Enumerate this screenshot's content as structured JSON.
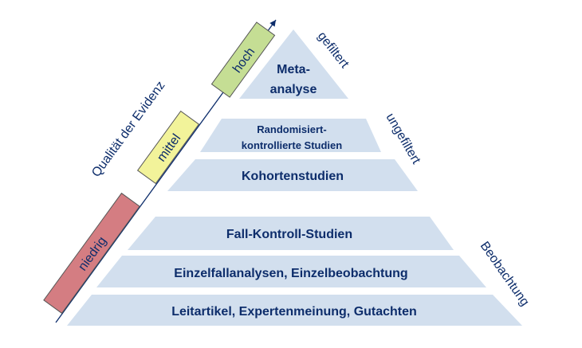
{
  "axis": {
    "label": "Qualität der Evidenz",
    "levels": [
      {
        "label": "niedrig",
        "color": "#d47d82"
      },
      {
        "label": "mittel",
        "color": "#f2f39a"
      },
      {
        "label": "hoch",
        "color": "#c5de94"
      }
    ]
  },
  "pyramid": {
    "fill_color": "#d2dfee",
    "text_color": "#0d2d6b",
    "tiers": [
      {
        "lines": [
          "Meta-",
          "analyse"
        ]
      },
      {
        "lines": [
          "Randomisiert-",
          "kontrollierte Studien"
        ]
      },
      {
        "lines": [
          "Kohortenstudien"
        ]
      },
      {
        "lines": [
          "Fall-Kontroll-Studien"
        ]
      },
      {
        "lines": [
          "Einzelfallanalysen, Einzelbeobachtung"
        ]
      },
      {
        "lines": [
          "Leitartikel, Expertenmeinung, Gutachten"
        ]
      }
    ]
  },
  "side_labels": {
    "top": "gefiltert",
    "middle": "ungefiltert",
    "bottom": "Beobachtung"
  }
}
